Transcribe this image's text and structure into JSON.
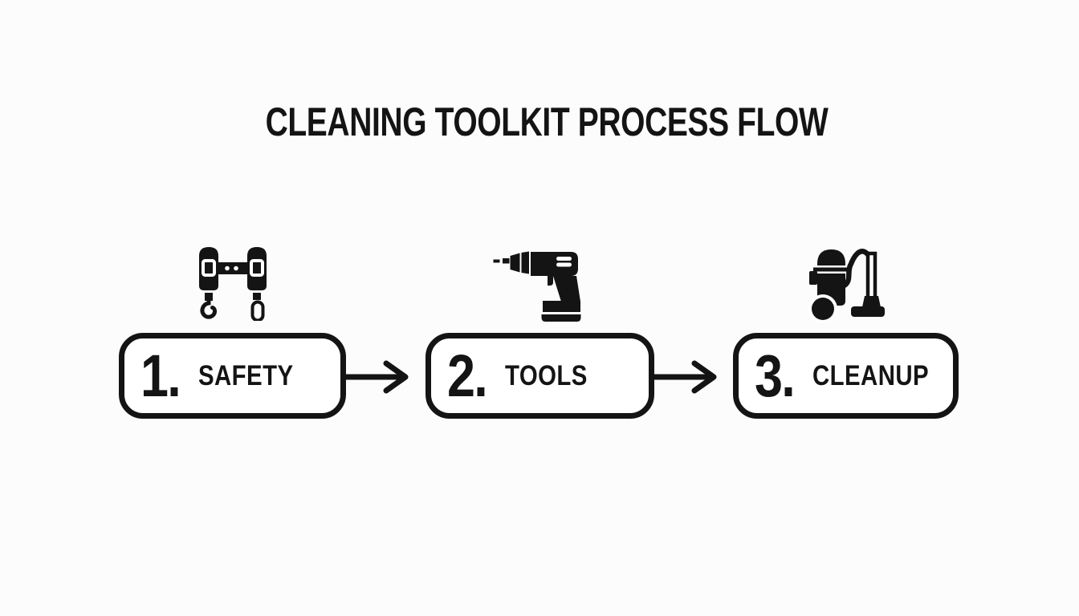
{
  "palette": {
    "background": "#fcfcfc",
    "ink": "#141414",
    "box_fill": "#ffffff"
  },
  "title": {
    "text": "CLEANING TOOLKIT PROCESS FLOW"
  },
  "steps": [
    {
      "number": "1.",
      "label": "SAFETY",
      "icon": "tool-belt-icon"
    },
    {
      "number": "2.",
      "label": "TOOLS",
      "icon": "drill-icon"
    },
    {
      "number": "3.",
      "label": "CLEANUP",
      "icon": "vacuum-cleaner-icon"
    }
  ],
  "connectors": [
    {
      "type": "arrow-right",
      "from": "SAFETY",
      "to": "TOOLS"
    },
    {
      "type": "arrow-right",
      "from": "TOOLS",
      "to": "CLEANUP"
    }
  ]
}
